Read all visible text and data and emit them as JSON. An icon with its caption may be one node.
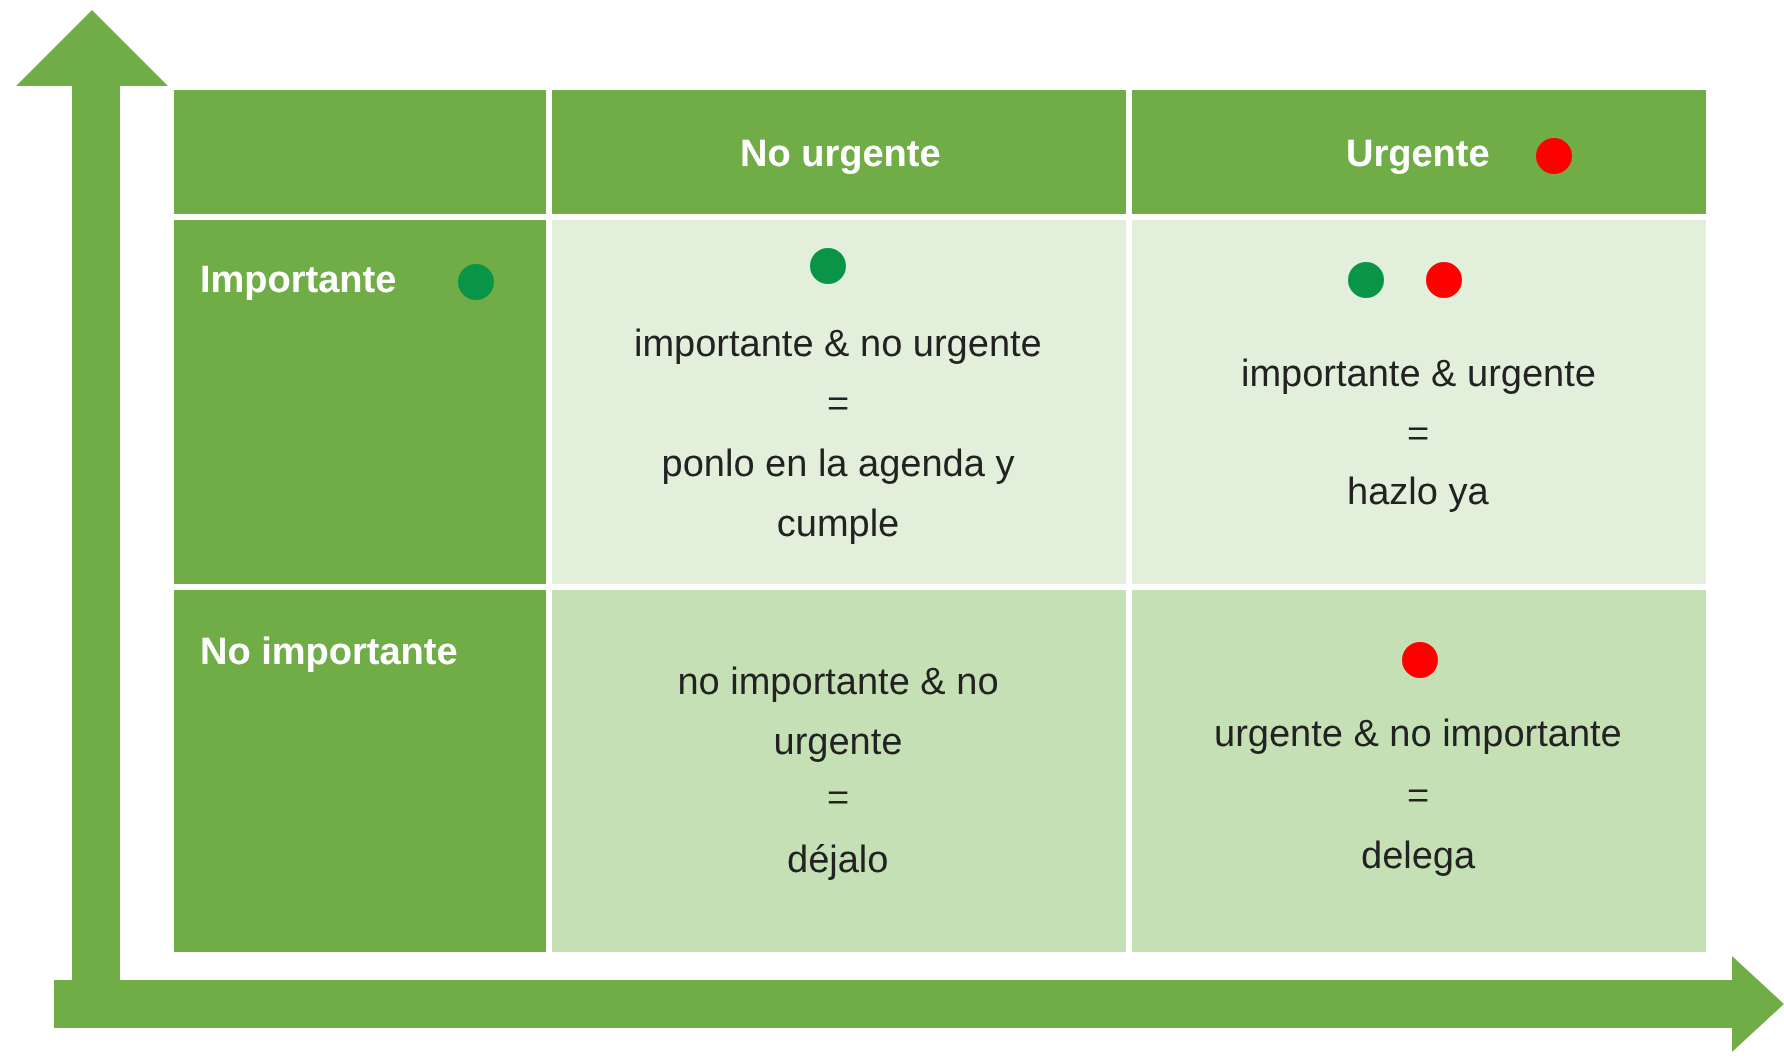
{
  "diagram": {
    "labels": [
      "No urgente",
      "Urgente",
      "Importante",
      "importante & no urgente",
      "=",
      "ponlo en la agenda y cumple",
      "importante & urgente",
      "=",
      "hazlo ya",
      "No importante",
      "no importante & no urgente",
      "=",
      "déjalo",
      "urgente & no importante",
      "=",
      "delega"
    ]
  }
}
